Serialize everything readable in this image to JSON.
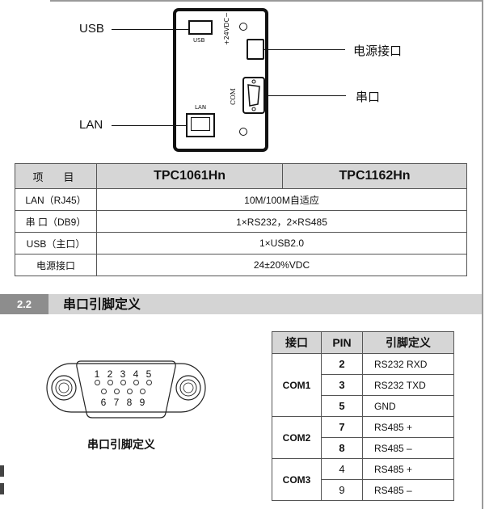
{
  "device": {
    "usb_small_label": "USB",
    "lan_small_label": "LAN",
    "power_small_label": "+24VDC−",
    "com_small_label": "COM"
  },
  "callouts": {
    "usb": "USB",
    "lan": "LAN",
    "power": "电源接口",
    "serial": "串口"
  },
  "spec_table": {
    "headers": [
      "项　目",
      "TPC1061Hn",
      "TPC1162Hn"
    ],
    "rows": [
      {
        "label": "LAN（RJ45）",
        "value": "10M/100M自适应"
      },
      {
        "label": "串 口（DB9）",
        "value": "1×RS232，2×RS485"
      },
      {
        "label": "USB（主口）",
        "value": "1×USB2.0"
      },
      {
        "label": "电源接口",
        "value": "24±20%VDC"
      }
    ]
  },
  "section": {
    "number": "2.2",
    "title": "串口引脚定义"
  },
  "db9": {
    "top_pins": [
      "1",
      "2",
      "3",
      "4",
      "5"
    ],
    "bottom_pins": [
      "6",
      "7",
      "8",
      "9"
    ],
    "caption": "串口引脚定义"
  },
  "pin_table": {
    "headers": [
      "接口",
      "PIN",
      "引脚定义"
    ],
    "groups": [
      {
        "port": "COM1",
        "rows": [
          {
            "pin": "2",
            "def": "RS232 RXD"
          },
          {
            "pin": "3",
            "def": "RS232 TXD"
          },
          {
            "pin": "5",
            "def": "GND"
          }
        ]
      },
      {
        "port": "COM2",
        "rows": [
          {
            "pin": "7",
            "def": "RS485 +"
          },
          {
            "pin": "8",
            "def": "RS485 –"
          }
        ]
      },
      {
        "port": "COM3",
        "rows": [
          {
            "pin": "4",
            "def": "RS485 +"
          },
          {
            "pin": "9",
            "def": "RS485 –"
          }
        ]
      }
    ]
  }
}
